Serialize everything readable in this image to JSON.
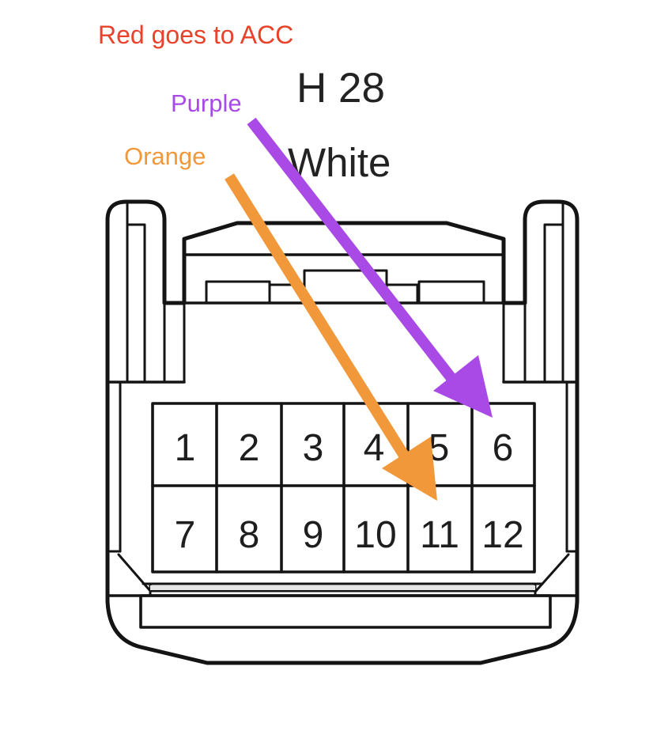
{
  "annotations": {
    "title": {
      "text": "Red goes to ACC",
      "color": "#E8432A"
    },
    "purple": {
      "text": "Purple",
      "color": "#A94AE6"
    },
    "orange": {
      "text": "Orange",
      "color": "#F0983A"
    }
  },
  "connector": {
    "id_label": "H 28",
    "color_label": "White",
    "pins": [
      {
        "number": "1",
        "row": 0,
        "col": 0
      },
      {
        "number": "2",
        "row": 0,
        "col": 1
      },
      {
        "number": "3",
        "row": 0,
        "col": 2
      },
      {
        "number": "4",
        "row": 0,
        "col": 3
      },
      {
        "number": "5",
        "row": 0,
        "col": 4
      },
      {
        "number": "6",
        "row": 0,
        "col": 5
      },
      {
        "number": "7",
        "row": 1,
        "col": 0
      },
      {
        "number": "8",
        "row": 1,
        "col": 1
      },
      {
        "number": "9",
        "row": 1,
        "col": 2
      },
      {
        "number": "10",
        "row": 1,
        "col": 3
      },
      {
        "number": "11",
        "row": 1,
        "col": 4
      },
      {
        "number": "12",
        "row": 1,
        "col": 5
      }
    ]
  },
  "arrows": [
    {
      "wire": "Purple",
      "color": "#A94AE6",
      "target_pin": "6"
    },
    {
      "wire": "Orange",
      "color": "#F0983A",
      "target_pin": "11"
    }
  ]
}
